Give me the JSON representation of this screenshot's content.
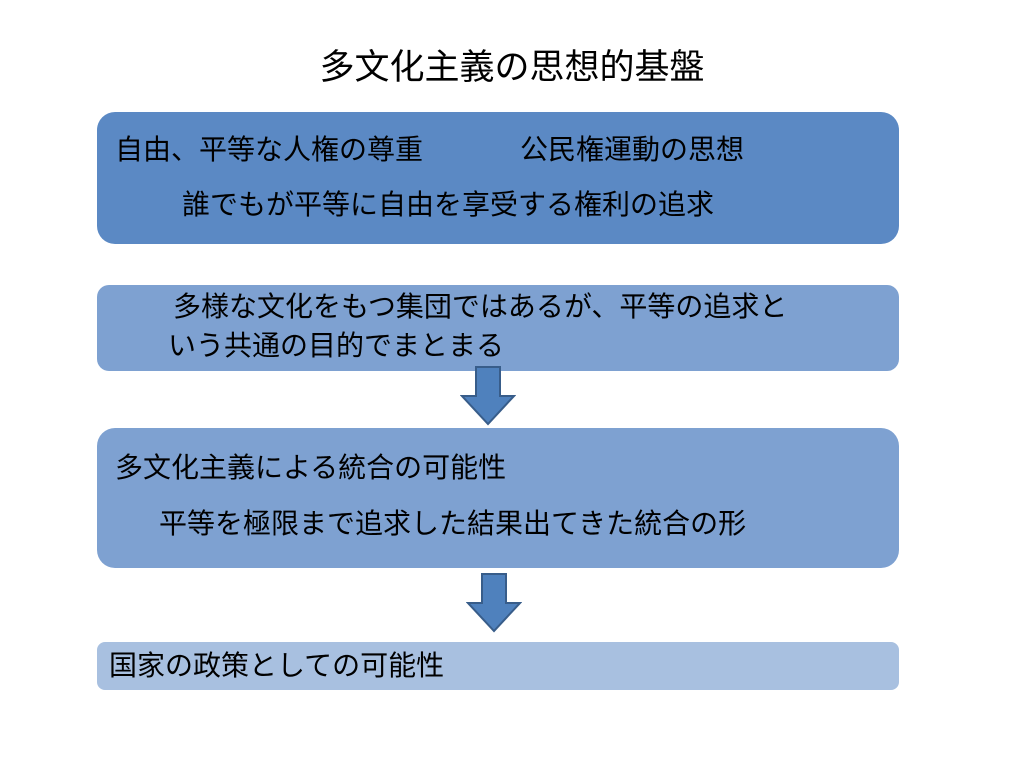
{
  "title": "多文化主義の思想的基盤",
  "box1": {
    "line1a": "自由、平等な人権の尊重",
    "line1b": "公民権運動の思想",
    "line2": "誰でもが平等に自由を享受する権利の追求"
  },
  "box2": {
    "line1": "多様な文化をもつ集団ではあるが、平等の追求と",
    "line2": "いう共通の目的でまとまる"
  },
  "box3": {
    "line1": "多文化主義による統合の可能性",
    "line2": "平等を極限まで追求した結果出てきた統合の形"
  },
  "box4": {
    "line1": "国家の政策としての可能性"
  },
  "colors": {
    "box1": "#5b89c4",
    "box2": "#7ea1d1",
    "box3": "#7ea1d1",
    "box4": "#a8c0e0",
    "arrow_fill": "#4f81bd",
    "arrow_stroke": "#385d8a"
  },
  "icons": {
    "arrow": "down-arrow-icon"
  }
}
